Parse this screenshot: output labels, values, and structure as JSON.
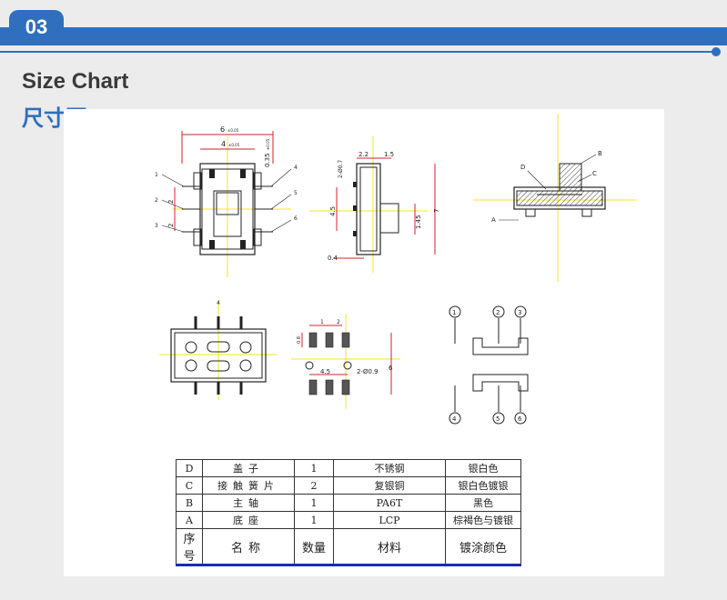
{
  "header": {
    "badge": "03",
    "title_en": "Size Chart",
    "title_cn": "尺寸图"
  },
  "colors": {
    "brand": "#2f6fbd",
    "guide": "#f5e71c",
    "dim": "#d4222a",
    "ink": "#222222",
    "rule": "#1a2bb0"
  },
  "front_view": {
    "width": "6",
    "width_tol": "±0.05",
    "span": "4",
    "span_tol": "±0.05",
    "pitch": "0.35",
    "pitch_tol": "±0.05",
    "pin_pitch_a": "2",
    "pin_pitch_b": "2",
    "callouts_left": [
      "1",
      "2",
      "3"
    ],
    "callouts_right": [
      "4",
      "5",
      "6"
    ]
  },
  "side_view": {
    "pin": "2-Ø0.7",
    "w1": "2.2",
    "w2": "1.5",
    "h_body": "4.5",
    "h_handle": "1.45",
    "h_total": "7",
    "foot": "0.4"
  },
  "section_view": {
    "labels": [
      "A",
      "B",
      "C",
      "D"
    ]
  },
  "top_view": {
    "label": "4"
  },
  "pcb_layout": {
    "p1": "1",
    "p2": "2",
    "gap": "4.5",
    "holes": "2-Ø0.9",
    "h": "6",
    "pad": "0.8"
  },
  "schematic": {
    "nodes": [
      "1",
      "2",
      "3",
      "4",
      "5",
      "6"
    ]
  },
  "parts_table": {
    "rows": [
      {
        "code": "D",
        "name": "盖子",
        "qty": "1",
        "material": "不锈钢",
        "finish": "银白色"
      },
      {
        "code": "C",
        "name": "接触簧片",
        "qty": "2",
        "material": "复银铜",
        "finish": "银白色镀银"
      },
      {
        "code": "B",
        "name": "主轴",
        "qty": "1",
        "material": "PA6T",
        "finish": "黑色"
      },
      {
        "code": "A",
        "name": "底座",
        "qty": "1",
        "material": "LCP",
        "finish": "棕褐色与镀银"
      }
    ],
    "header": {
      "code": "序号",
      "name": "名称",
      "qty": "数量",
      "material": "材料",
      "finish": "镀涂颜色"
    }
  }
}
